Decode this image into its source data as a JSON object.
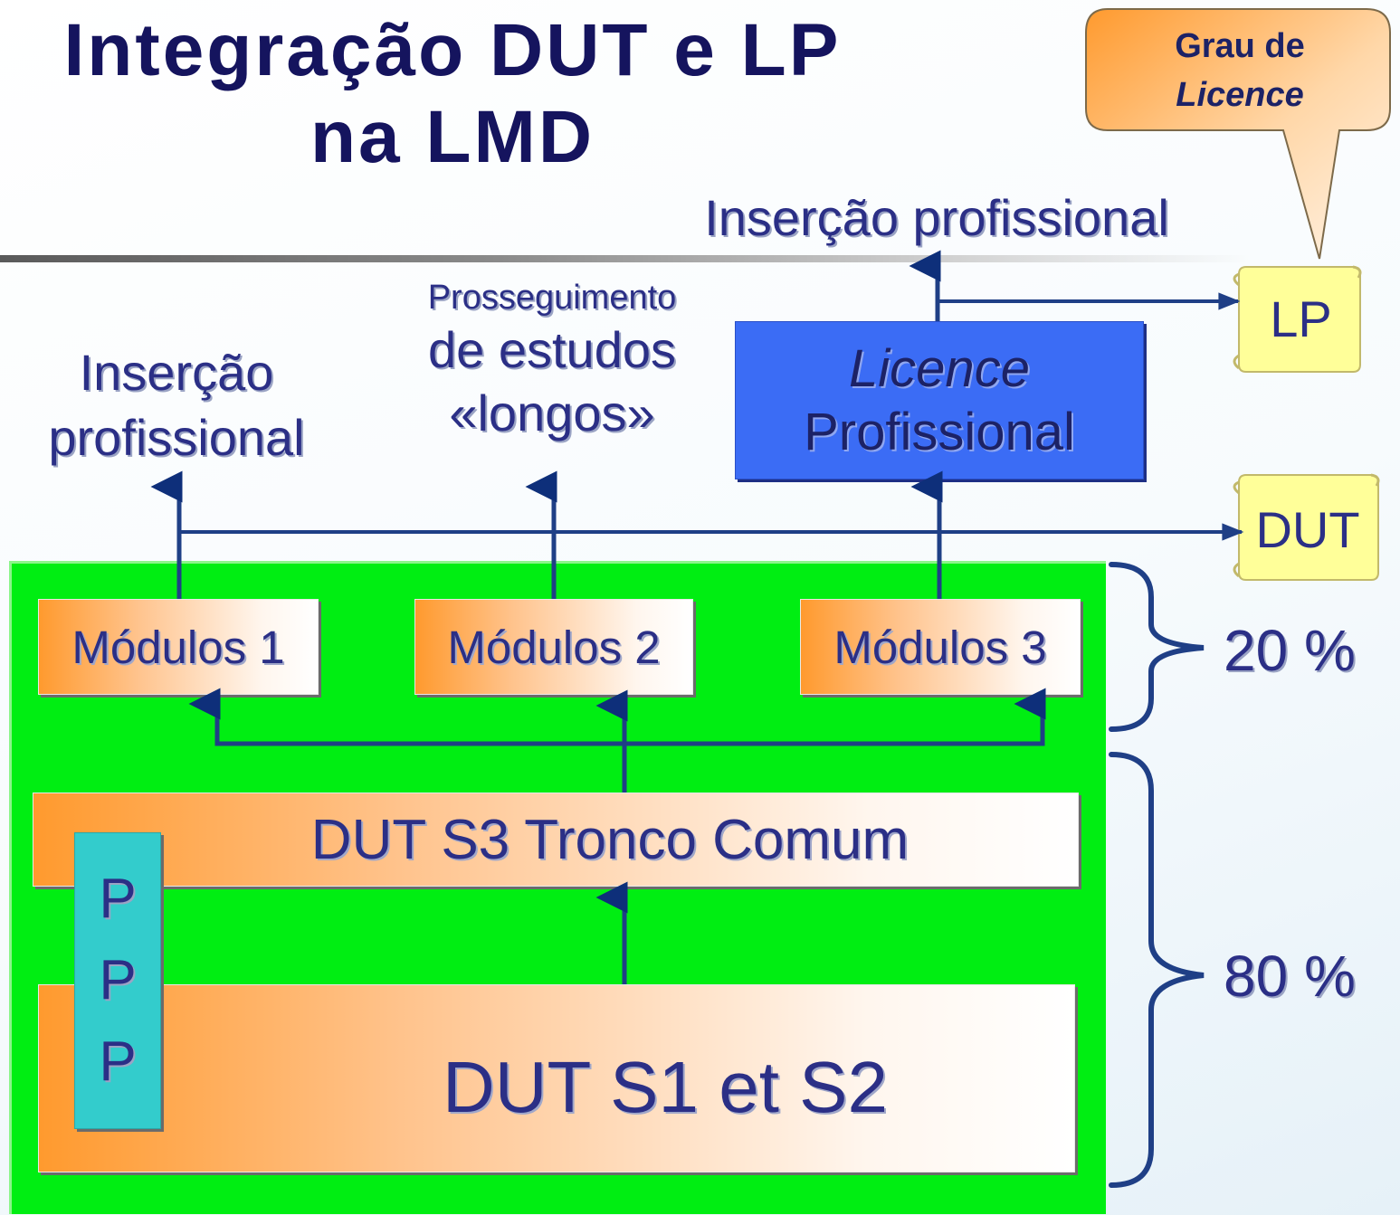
{
  "title": {
    "line1": "Integração DUT e LP",
    "line2": "na LMD"
  },
  "callout": {
    "line1": "Grau de",
    "line2": "Licence"
  },
  "outcomes": {
    "insertion_top": "Inserção profissional",
    "insertion_left": {
      "line1": "Inserção",
      "line2": "profissional"
    },
    "further_studies": {
      "line1": "Prosseguimento",
      "line2": "de estudos",
      "line3": "«longos»"
    }
  },
  "licence_box": {
    "line1": "Licence",
    "line2": "Profissional"
  },
  "diplomas": {
    "lp": "LP",
    "dut": "DUT"
  },
  "modules": [
    "Módulos 1",
    "Módulos 2",
    "Módulos 3"
  ],
  "s3_box": "DUT S3 Tronco Comum",
  "s1s2_box": "DUT S1 et S2",
  "ppp": [
    "P",
    "P",
    "P"
  ],
  "percentages": {
    "modules_share": "20 %",
    "common_share": "80 %"
  },
  "colors": {
    "green_panel": "#00ee12",
    "licence_blue": "#3b6cf5",
    "ppp_teal": "#33cccc",
    "orange": "#ff9a2e",
    "scroll_yellow": "#ffff99",
    "arrow": "#1f3f86",
    "text": "#2b2f86"
  }
}
